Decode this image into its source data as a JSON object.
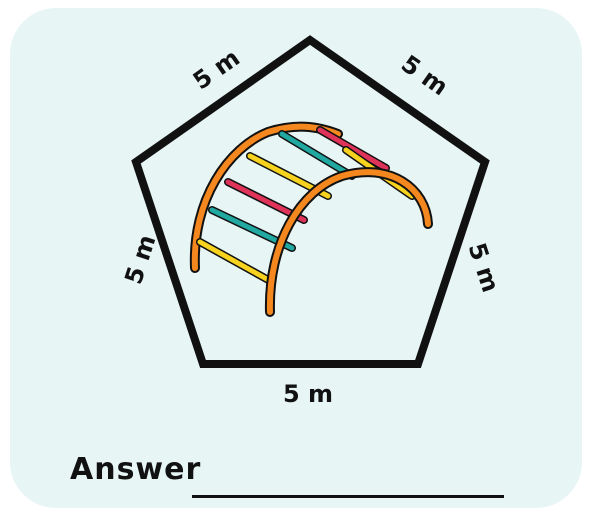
{
  "labels": {
    "top_left": "5 m",
    "top_right": "5 m",
    "left": "5 m",
    "right": "5 m",
    "bottom": "5 m"
  },
  "answer": {
    "label": "Answer",
    "value": ""
  },
  "colors": {
    "background": "#e8f5f5",
    "outline": "#111111",
    "arch": "#f5871f",
    "rung_yellow": "#f7d21e",
    "rung_red": "#e0335a",
    "rung_teal": "#21a8a1"
  },
  "illustration": "climbing arch"
}
